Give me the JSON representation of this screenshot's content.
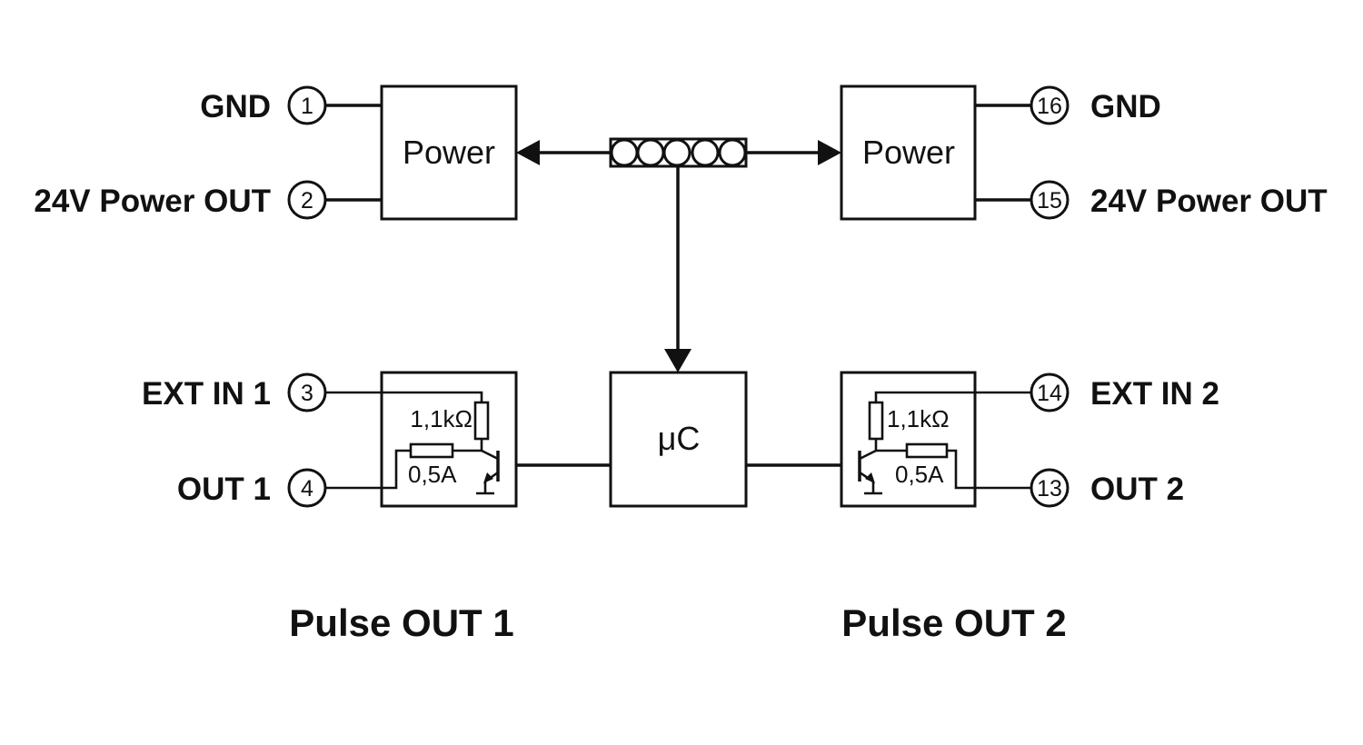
{
  "left_terminals": [
    {
      "num": "1",
      "label": "GND"
    },
    {
      "num": "2",
      "label": "24V Power OUT"
    },
    {
      "num": "3",
      "label": "EXT IN 1"
    },
    {
      "num": "4",
      "label": "OUT 1"
    }
  ],
  "right_terminals": [
    {
      "num": "16",
      "label": "GND"
    },
    {
      "num": "15",
      "label": "24V Power OUT"
    },
    {
      "num": "14",
      "label": "EXT IN 2"
    },
    {
      "num": "13",
      "label": "OUT 2"
    }
  ],
  "blocks": {
    "power_left": "Power",
    "power_right": "Power",
    "microcontroller": "μC"
  },
  "circuit_left": {
    "resistor": "1,1kΩ",
    "fuse": "0,5A"
  },
  "circuit_right": {
    "resistor": "1,1kΩ",
    "fuse": "0,5A"
  },
  "groups": {
    "left": "Pulse OUT 1",
    "right": "Pulse OUT 2"
  }
}
